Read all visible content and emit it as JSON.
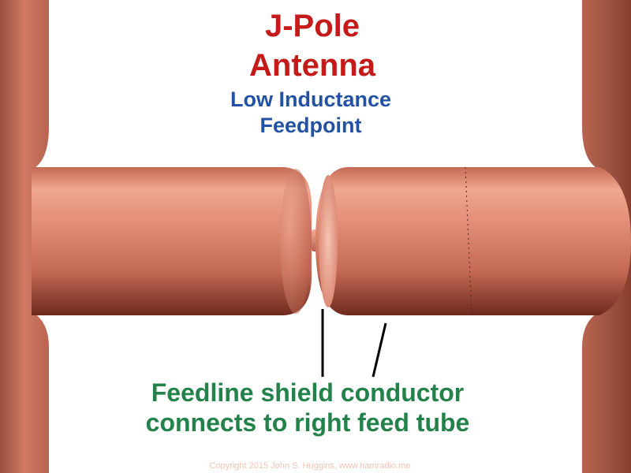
{
  "title": {
    "line1": "J-Pole",
    "line2": "Antenna"
  },
  "subtitle": {
    "line1": "Low Inductance",
    "line2": "Feedpoint"
  },
  "caption": {
    "line1": "Feedline shield conductor",
    "line2": "connects to right feed tube"
  },
  "copyright": "Copyright 2015 John S. Huggins, www.hamradio.me",
  "colors": {
    "title": "#c41a1a",
    "subtitle": "#2352a3",
    "caption": "#23824a",
    "copper": "#e28670",
    "copper_dark": "#8a3e2e",
    "copyright": "#f0c4b6",
    "pointer": "#000000",
    "background": "#ffffff"
  }
}
